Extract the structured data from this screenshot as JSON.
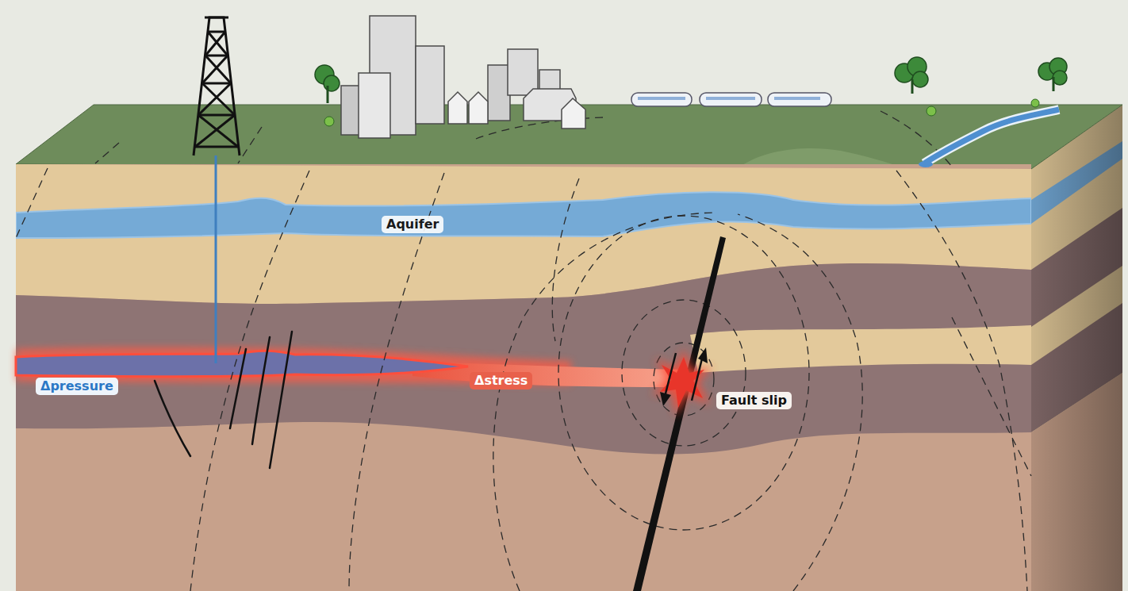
{
  "diagram": {
    "labels": [
      "Aquifer",
      "Δpressure",
      "Δstress",
      "Fault slip"
    ]
  }
}
